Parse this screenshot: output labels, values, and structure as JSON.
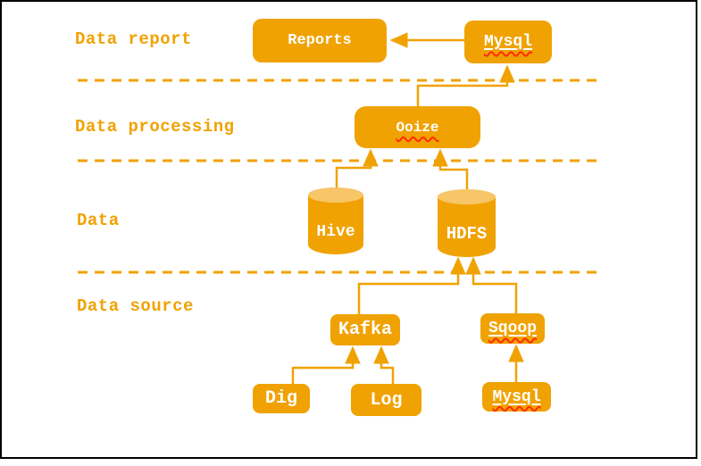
{
  "diagram_type": "data-architecture-flowchart",
  "colors": {
    "accent": "#F0A202",
    "cylinder_top": "#F6C668",
    "node_text": "#FFFFFF",
    "spellcheck": "#FF2D00",
    "frame": "#000000",
    "bg": "#FFFFFF"
  },
  "layers": [
    {
      "label": "Data report"
    },
    {
      "label": "Data processing"
    },
    {
      "label": "Data"
    },
    {
      "label": "Data source"
    }
  ],
  "nodes": {
    "reports": {
      "label": "Reports",
      "shape": "rounded-box"
    },
    "mysql_top": {
      "label": "Mysql",
      "shape": "rounded-box",
      "spellcheck": true,
      "underlined": true
    },
    "ooize": {
      "label": "Ooize",
      "shape": "rounded-box",
      "spellcheck": true
    },
    "hive": {
      "label": "Hive",
      "shape": "cylinder"
    },
    "hdfs": {
      "label": "HDFS",
      "shape": "cylinder"
    },
    "kafka": {
      "label": "Kafka",
      "shape": "rounded-box"
    },
    "sqoop": {
      "label": "Sqoop",
      "shape": "rounded-box",
      "spellcheck": true,
      "underlined": true
    },
    "dig": {
      "label": "Dig",
      "shape": "rounded-box"
    },
    "log": {
      "label": "Log",
      "shape": "rounded-box"
    },
    "mysql_bottom": {
      "label": "Mysql",
      "shape": "rounded-box",
      "spellcheck": true,
      "underlined": true
    }
  },
  "edges": [
    {
      "from": "mysql_top",
      "to": "reports"
    },
    {
      "from": "ooize",
      "to": "mysql_top"
    },
    {
      "from": "hive",
      "to": "ooize"
    },
    {
      "from": "hdfs",
      "to": "ooize"
    },
    {
      "from": "kafka",
      "to": "hdfs"
    },
    {
      "from": "sqoop",
      "to": "hdfs"
    },
    {
      "from": "dig",
      "to": "kafka"
    },
    {
      "from": "log",
      "to": "kafka"
    },
    {
      "from": "mysql_bottom",
      "to": "sqoop"
    }
  ]
}
